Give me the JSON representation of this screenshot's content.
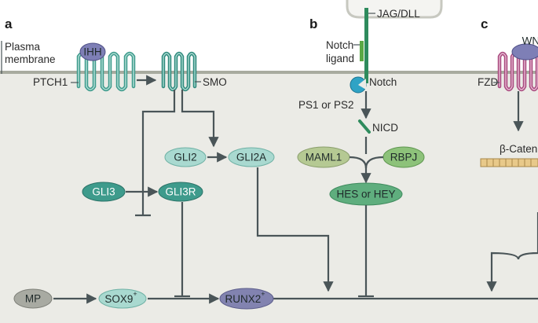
{
  "panels": {
    "a": "a",
    "b": "b",
    "c": "c"
  },
  "membrane": {
    "label_line1": "Plasma",
    "label_line2": "membrane"
  },
  "hedgehog": {
    "ligand": "IHH",
    "receptor": "PTCH1",
    "smo": "SMO",
    "gli2": "GLI2",
    "gli2a": "GLI2A",
    "gli3": "GLI3",
    "gli3r": "GLI3R"
  },
  "notch": {
    "ligand_name": "JAG/DLL",
    "ligand_label_line1": "Notch",
    "ligand_label_line2": "ligand",
    "receptor": "Notch",
    "protease": "PS1 or PS2",
    "nicd": "NICD",
    "maml1": "MAML1",
    "rbpj": "RBPJ",
    "target": "HES or HEY"
  },
  "wnt": {
    "ligand": "WNT",
    "receptor": "FZD",
    "beta_catenin": "β-Catenin"
  },
  "bottom": {
    "mp": "MP",
    "sox9": "SOX9",
    "sox9_sup": "+",
    "runx2": "RUNX2",
    "runx2_sup": "+"
  },
  "colors": {
    "membrane_bg": "#ebebe6",
    "membrane_line": "#a8ab9f",
    "teal_dark": "#3e9b8c",
    "teal_mid": "#73bcae",
    "teal_light": "#a9d9d0",
    "olive": "#b5c993",
    "green_bright": "#8dc27a",
    "hes_green": "#5fae7e",
    "ihh_purple": "#7e7fb6",
    "runx2_blue": "#8283b0",
    "grey_node": "#a8aaa2",
    "wnt_magenta": "#a94b7f",
    "notch_green": "#2e8b5d",
    "beta_catenin": "#e8c98a",
    "edge": "#4a5558"
  }
}
